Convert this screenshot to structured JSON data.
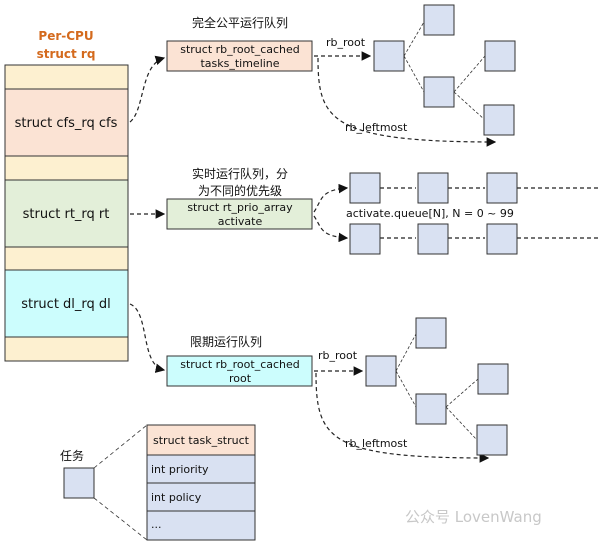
{
  "rq": {
    "title_line1": "Per-CPU",
    "title_line2": "struct rq",
    "cfs": "struct cfs_rq cfs",
    "rt": "struct rt_rq rt",
    "dl": "struct dl_rq dl"
  },
  "cfs_queue": {
    "caption": "完全公平运行队列",
    "box_line1": "struct rb_root_cached",
    "box_line2": "tasks_timeline",
    "rb_root": "rb_root",
    "rb_leftmost": "rb_leftmost"
  },
  "rt_queue": {
    "caption_line1": "实时运行队列，分",
    "caption_line2": "为不同的优先级",
    "box_line1": "struct rt_prio_array",
    "box_line2": "activate",
    "queue_label": "activate.queue[N], N = 0 ~ 99"
  },
  "dl_queue": {
    "caption": "限期运行队列",
    "box_line1": "struct rb_root_cached",
    "box_line2": "root",
    "rb_root": "rb_root",
    "rb_leftmost": "rb_leftmost"
  },
  "task": {
    "label": "任务",
    "fields": [
      "struct task_struct",
      "int priority",
      "int policy",
      "..."
    ]
  },
  "watermark": "公众号 LovenWang",
  "colors": {
    "beige": "#fdf0d0",
    "cfs": "#fbe3d4",
    "rt": "#e3efd9",
    "dl": "#ccfdfd",
    "node": "#d9e1f2",
    "title": "#d46a1d"
  }
}
